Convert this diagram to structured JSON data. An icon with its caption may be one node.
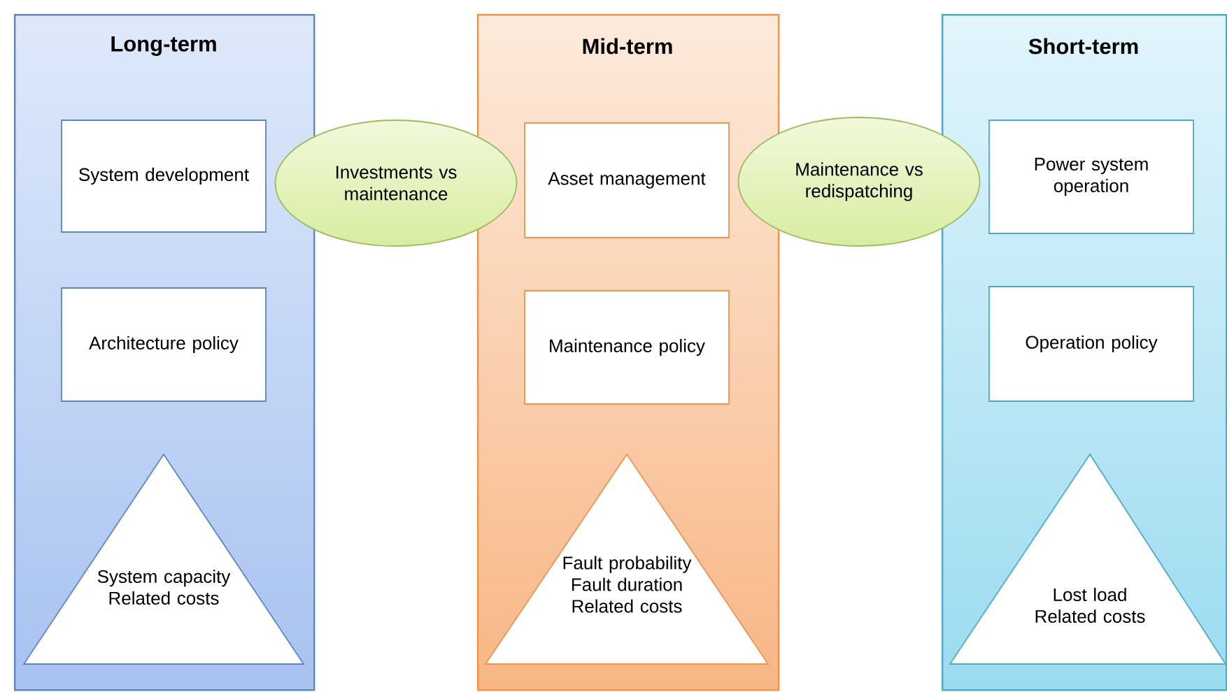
{
  "diagram": {
    "nodes": [
      {
        "text": [
          "Long-term"
        ]
      },
      {
        "text": [
          "System development"
        ],
        "in": 0
      },
      {
        "text": [
          "Architecture policy"
        ],
        "in": 0
      },
      {
        "text": [
          "System capacity Related costs"
        ],
        "in": 0
      },
      {
        "text": [
          "Mid-term"
        ]
      },
      {
        "text": [
          "Asset management"
        ],
        "in": 4
      },
      {
        "text": [
          "Maintenance policy"
        ],
        "in": 4
      },
      {
        "text": [
          "Fault probability Fault duration Related costs"
        ],
        "in": 4
      },
      {
        "text": [
          "Short-term"
        ]
      },
      {
        "text": [
          "Power system operation"
        ],
        "in": 8
      },
      {
        "text": [
          "Operation policy"
        ],
        "in": 8
      },
      {
        "text": [
          "Lost load Related costs"
        ],
        "in": 8
      },
      {
        "text": [
          "Investments vs maintenance"
        ]
      },
      {
        "text": [
          "Maintenance vs redispatching"
        ]
      }
    ]
  }
}
